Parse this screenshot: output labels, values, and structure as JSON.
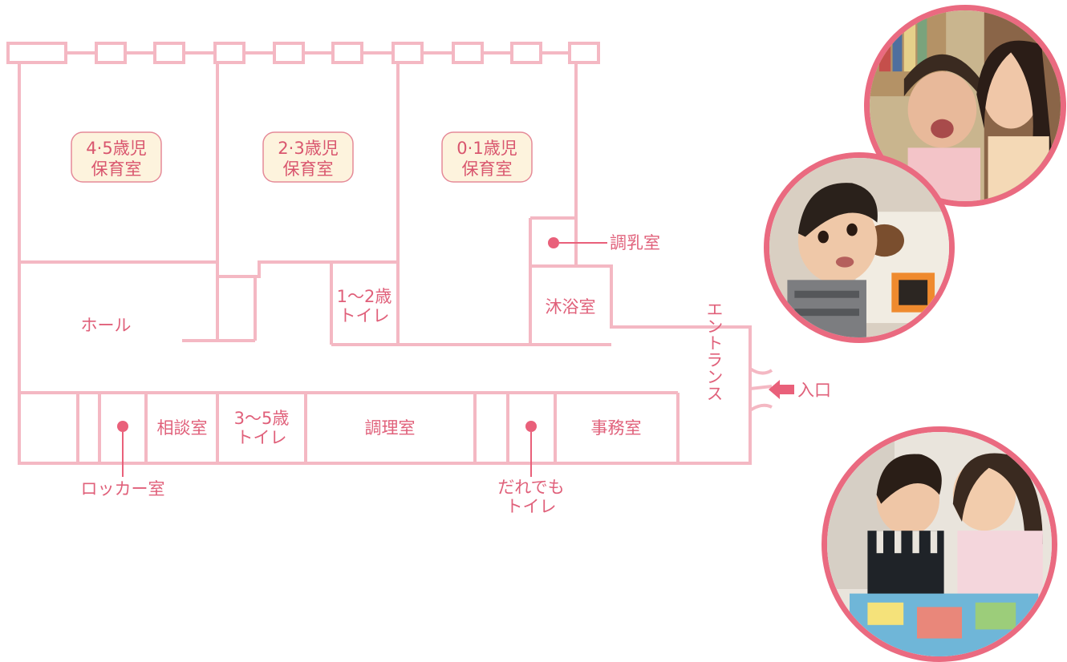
{
  "rooms": {
    "room_45": [
      "4·5歳児",
      "保育室"
    ],
    "room_23": [
      "2·3歳児",
      "保育室"
    ],
    "room_01": [
      "0·1歳児",
      "保育室"
    ],
    "hall": "ホール",
    "toilet_12": [
      "1～2歳",
      "トイレ"
    ],
    "bath": "沐浴室",
    "milk": "調乳室",
    "entrance": "エントランス",
    "entry": "入口",
    "consult": "相談室",
    "toilet_35": [
      "3～5歳",
      "トイレ"
    ],
    "kitchen": "調理室",
    "office": "事務室",
    "locker": "ロッカー室",
    "anyone_toilet": [
      "だれでも",
      "トイレ"
    ]
  },
  "colors": {
    "wall": "#f4b8c3",
    "marker": "#e9607a",
    "badge_fill": "#fdf3dd",
    "badge_stroke": "#e58a98",
    "photo_border": "#ea6a80"
  },
  "photos": [
    "photo-children-laughing",
    "photo-boy-with-book",
    "photo-children-reading"
  ]
}
